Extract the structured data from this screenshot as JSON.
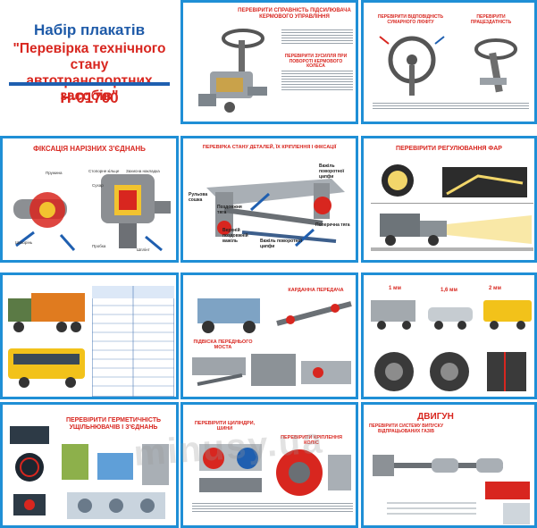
{
  "set": {
    "heading": "Набір плакатів",
    "name_line1": "\"Перевірка технічного стану",
    "name_line2": "автотранспортних засобів\"",
    "code": "Н-01700"
  },
  "posters": [
    {
      "title": "ПЕРЕВІРИТИ СПРАВНІСТЬ ПІДСИЛЮВАЧА КЕРМОВОГО УПРАВЛІННЯ",
      "subtitle": "ПЕРЕВІРИТИ ЗУСИЛЛЯ ПРИ ПОВОРОТІ КЕРМОВОГО КОЛЕСА"
    },
    {
      "title": "ПЕРЕВІРИТИ ВІДПОВІДНІСТЬ СУМАРНОГО ЛЮФТУ",
      "subtitle": "ПЕРЕВІРИТИ ПРАЦЕЗДАТНІСТЬ"
    },
    {
      "title": "ФІКСАЦІЯ НАРІЗНИХ З'ЄДНАНЬ",
      "labels": [
        "Пружина",
        "Стопорне кільце",
        "Захисна накладка",
        "Сухар",
        "Шкворінь",
        "Пробка",
        "Шплінт"
      ]
    },
    {
      "title": "ПЕРЕВІРКА СТАНУ ДЕТАЛЕЙ, ЇХ КРІПЛЕННЯ І ФІКСАЦІЇ",
      "labels": [
        "Рульова сошка",
        "Поздовжня тяга",
        "Важіль поворотної цапфи",
        "Верхній поздовжній важіль",
        "Важіль поворотної цапфи",
        "Поперечна тяга"
      ]
    },
    {
      "title": "ПЕРЕВІРИТИ РЕГУЛЮВАННЯ ФАР"
    },
    {
      "title": ""
    },
    {
      "title": "КАРДАННА ПЕРЕДАЧА",
      "subtitle": "ПІДВІСКА ПЕРЕДНЬОГО МОСТА"
    },
    {
      "title": "",
      "labels": [
        "1 мм",
        "1,6 мм",
        "2 мм"
      ]
    },
    {
      "title": "ПЕРЕВІРИТИ ГЕРМЕТИЧНІСТЬ УЩІЛЬНЮВАЧІВ І З'ЄДНАНЬ"
    },
    {
      "title": "ПЕРЕВІРИТИ ЦИЛІНДРИ, ШИНИ",
      "subtitle": "ПЕРЕВІРИТИ КРІПЛЕННЯ КОЛІС"
    },
    {
      "title": "ДВИГУН",
      "subtitle": "ПЕРЕВІРИТИ СИСТЕМУ ВИПУСКУ ВІДПРАЦЬОВАНИХ ГАЗІВ"
    }
  ],
  "watermark": "minusy.ua",
  "colors": {
    "border": "#1f8fd6",
    "title_red": "#d8261f",
    "heading_blue": "#1e5aa8"
  }
}
